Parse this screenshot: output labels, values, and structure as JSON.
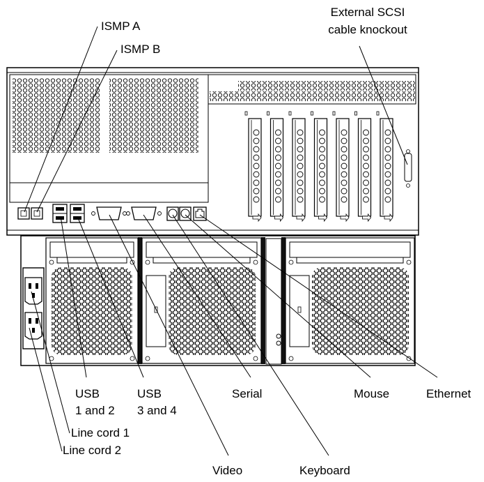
{
  "labels": {
    "ismp_a": "ISMP A",
    "ismp_b": "ISMP B",
    "external_scsi_line1": "External SCSI",
    "external_scsi_line2": "cable knockout",
    "usb_12_line1": "USB",
    "usb_12_line2": "1 and 2",
    "usb_34_line1": "USB",
    "usb_34_line2": "3 and 4",
    "serial": "Serial",
    "mouse": "Mouse",
    "ethernet": "Ethernet",
    "line_cord_1": "Line cord 1",
    "line_cord_2": "Line cord 2",
    "video": "Video",
    "keyboard": "Keyboard"
  },
  "colors": {
    "panel_fill": "#ffffff",
    "line": "#000000",
    "dark_band": "#111111",
    "background": "#ffffff"
  },
  "components": {
    "pci_slot_count": 7,
    "hot_swap_bays": 3
  }
}
